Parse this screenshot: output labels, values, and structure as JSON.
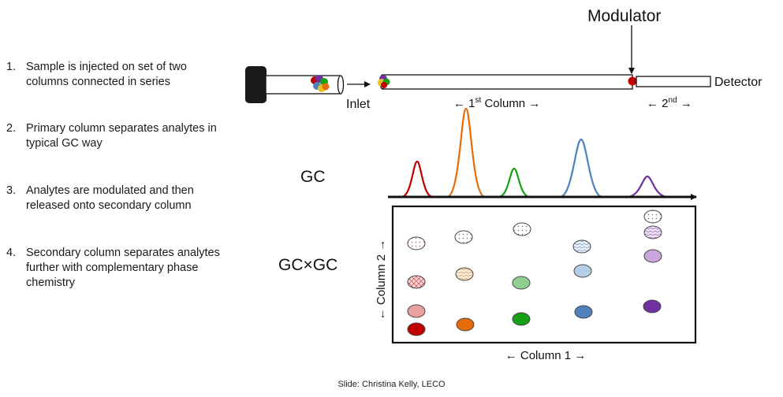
{
  "steps": [
    {
      "num": "1.",
      "line1": "Sample is injected on set of two",
      "line2": "columns connected in series",
      "line3": ""
    },
    {
      "num": "2.",
      "line1": "Primary column separates analytes in",
      "line2": "typical GC way",
      "line3": ""
    },
    {
      "num": "3.",
      "line1": "Analytes are modulated and then",
      "line2": "released onto secondary column",
      "line3": ""
    },
    {
      "num": "4.",
      "line1": "Secondary column separates analytes",
      "line2": "further with complementary phase",
      "line3": "chemistry"
    }
  ],
  "labels": {
    "modulator": "Modulator",
    "detector": "Detector",
    "inlet": "Inlet",
    "first_column_pre": "← 1",
    "first_column_sup": "st",
    "first_column_post": " Column →",
    "second_column_pre": "← 2",
    "second_column_sup": "nd",
    "second_column_post": " →",
    "gc": "GC",
    "gcxgc": "GC×GC",
    "column1_axis": "← Column 1 →",
    "column2_axis": "← Column 2 →"
  },
  "colors": {
    "red": "#c00000",
    "orange": "#e46c0a",
    "green": "#16a016",
    "blue": "#4f81bd",
    "purple": "#7030a0",
    "yellow": "#e8c020"
  },
  "credit": "Slide: Christina Kelly, LECO"
}
